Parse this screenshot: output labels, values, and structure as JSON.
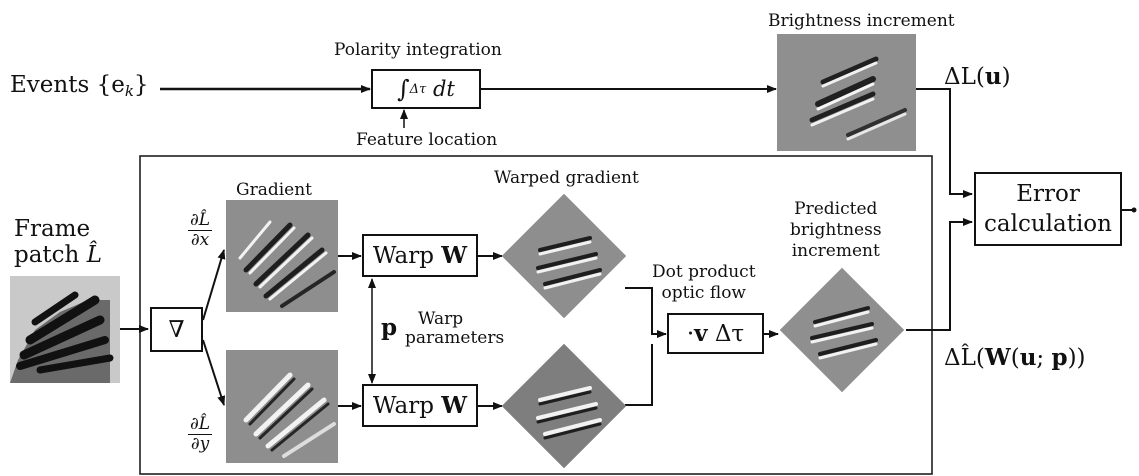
{
  "labels": {
    "events": "Events {e",
    "events_sub": "k",
    "events_close": "}",
    "polarity_integration": "Polarity integration",
    "integral": "∫",
    "integral_sub": "Δτ",
    "integral_dt": "dt",
    "feature_location": "Feature location",
    "brightness_increment": "Brightness increment",
    "delta_L": "ΔL(",
    "delta_L_u": "u",
    "delta_L_close": ")",
    "frame_patch_line1": "Frame",
    "frame_patch_line2": "patch",
    "L_hat": "L̂",
    "nabla": "∇",
    "gradient": "Gradient",
    "dLdx_num": "∂L̂",
    "dLdx_den": "∂x",
    "dLdy_num": "∂L̂",
    "dLdy_den": "∂y",
    "warp_top": "Warp",
    "warp_bottom": "Warp",
    "warp_W": "W",
    "p": "p",
    "warp_parameters_line1": "Warp",
    "warp_parameters_line2": "parameters",
    "warped_gradient": "Warped gradient",
    "dot_product_line1": "Dot product",
    "dot_product_line2": "optic flow",
    "dot_v": "·",
    "dot_v_bold": "v",
    "dot_v_rest": " Δτ",
    "predicted_line1": "Predicted",
    "predicted_line2": "brightness",
    "predicted_line3": "increment",
    "error_line1": "Error",
    "error_line2": "calculation",
    "delta_L_hat_pre": "ΔL̂(",
    "delta_L_hat_W": "W",
    "delta_L_hat_mid": "(",
    "delta_L_hat_u": "u",
    "delta_L_hat_sep": "; ",
    "delta_L_hat_p": "p",
    "delta_L_hat_close": "))"
  }
}
